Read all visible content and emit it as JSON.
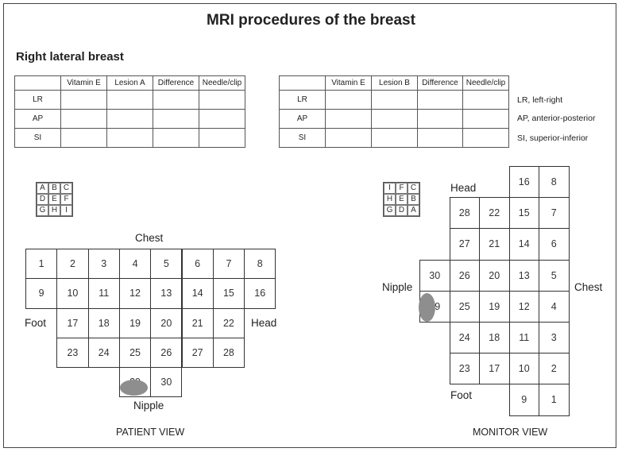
{
  "title": "MRI procedures of the breast",
  "subtitle": "Right lateral breast",
  "table_a": {
    "headers": [
      "",
      "Vitamin E",
      "Lesion A",
      "Difference",
      "Needle/clip"
    ],
    "rows": [
      "LR",
      "AP",
      "SI"
    ]
  },
  "table_b": {
    "headers": [
      "",
      "Vitamin E",
      "Lesion B",
      "Difference",
      "Needle/clip"
    ],
    "rows": [
      "LR",
      "AP",
      "SI"
    ]
  },
  "legend": [
    "LR, left-right",
    "AP, anterior-posterior",
    "SI, superior-inferior"
  ],
  "mini_grid_patient": [
    "A",
    "B",
    "C",
    "D",
    "E",
    "F",
    "G",
    "H",
    "I"
  ],
  "mini_grid_monitor": [
    "I",
    "F",
    "C",
    "H",
    "E",
    "B",
    "G",
    "D",
    "A"
  ],
  "patient_view": {
    "caption": "PATIENT VIEW",
    "labels": {
      "chest": "Chest",
      "foot": "Foot",
      "head": "Head",
      "nipple": "Nipple"
    },
    "rows": [
      [
        "1",
        "2",
        "3",
        "4",
        "5",
        "6",
        "7",
        "8"
      ],
      [
        "9",
        "10",
        "11",
        "12",
        "13",
        "14",
        "15",
        "16"
      ],
      [
        "17",
        "18",
        "19",
        "20",
        "21",
        "22"
      ],
      [
        "23",
        "24",
        "25",
        "26",
        "27",
        "28"
      ],
      [
        "29",
        "30"
      ]
    ]
  },
  "monitor_view": {
    "caption": "MONITOR VIEW",
    "labels": {
      "head": "Head",
      "nipple": "Nipple",
      "chest": "Chest",
      "foot": "Foot"
    },
    "rows": [
      [
        "16",
        "8"
      ],
      [
        "28",
        "22",
        "15",
        "7"
      ],
      [
        "27",
        "21",
        "14",
        "6"
      ],
      [
        "30",
        "26",
        "20",
        "13",
        "5"
      ],
      [
        "29",
        "25",
        "19",
        "12",
        "4"
      ],
      [
        "24",
        "18",
        "11",
        "3"
      ],
      [
        "23",
        "17",
        "10",
        "2"
      ],
      [
        "9",
        "1"
      ]
    ]
  }
}
